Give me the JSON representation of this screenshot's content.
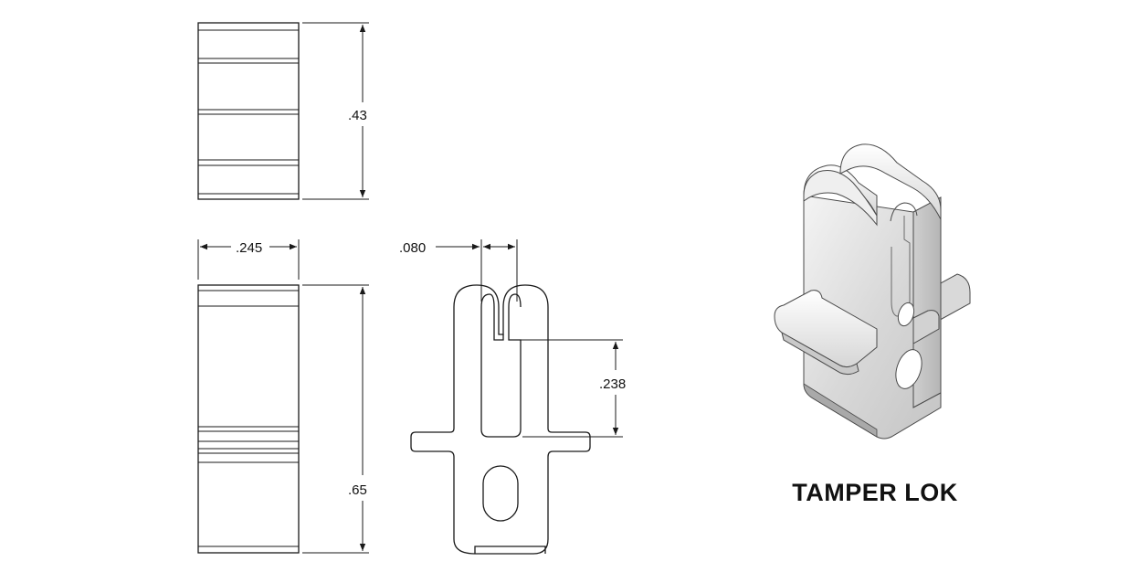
{
  "dimensions": {
    "height_top": ".43",
    "width": ".245",
    "height_bottom": ".65",
    "slot_width": ".080",
    "slot_depth": ".238"
  },
  "product": {
    "name": "TAMPER LOK"
  },
  "colors": {
    "line": "#1a1a1a",
    "part_light": "#eeeeee",
    "part_shadow": "#bdbdbd"
  }
}
